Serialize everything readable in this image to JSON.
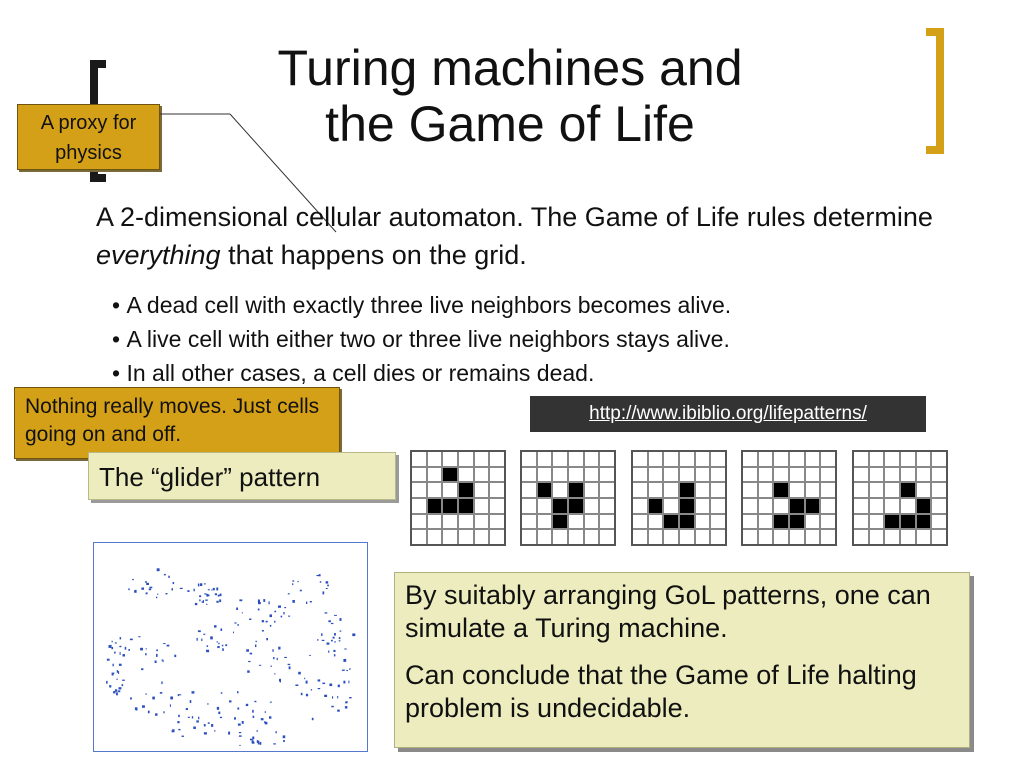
{
  "title": {
    "line1": "Turing machines and",
    "line2": "the Game of Life"
  },
  "callouts": {
    "proxy": [
      "A proxy for",
      "physics"
    ],
    "moves": "Nothing really moves. Just cells going on and off."
  },
  "intro": {
    "text1": "A 2-dimensional cellular automaton. The Game of Life rules determine ",
    "emphasis": "everything",
    "text2": " that happens on the grid."
  },
  "rules": [
    "A dead cell with exactly three live neighbors becomes alive.",
    "A live cell with either two or three live neighbors stays alive.",
    "In all other cases, a cell dies or remains dead."
  ],
  "link": {
    "text": "http://www.ibiblio.org/lifepatterns/"
  },
  "glider": {
    "label": "The “glider” pattern",
    "frames": [
      [
        [
          0,
          0,
          0,
          0,
          0,
          0
        ],
        [
          0,
          0,
          0,
          0,
          0,
          0
        ],
        [
          0,
          0,
          0,
          0,
          0,
          0
        ],
        [
          0,
          0,
          0,
          0,
          0,
          0
        ],
        [
          0,
          0,
          0,
          0,
          0,
          0
        ],
        [
          0,
          0,
          0,
          0,
          0,
          0
        ]
      ],
      [
        [
          0,
          0,
          0,
          0,
          0,
          0
        ],
        [
          0,
          0,
          0,
          0,
          0,
          0
        ],
        [
          0,
          0,
          0,
          0,
          0,
          0
        ],
        [
          0,
          0,
          0,
          0,
          0,
          0
        ],
        [
          0,
          0,
          0,
          0,
          0,
          0
        ],
        [
          0,
          0,
          0,
          0,
          0,
          0
        ]
      ],
      [
        [
          0,
          0,
          0,
          0,
          0,
          0
        ],
        [
          0,
          0,
          0,
          0,
          0,
          0
        ],
        [
          0,
          0,
          0,
          0,
          0,
          0
        ],
        [
          0,
          0,
          0,
          0,
          0,
          0
        ],
        [
          0,
          0,
          0,
          0,
          0,
          0
        ],
        [
          0,
          0,
          0,
          0,
          0,
          0
        ]
      ],
      [
        [
          0,
          0,
          0,
          0,
          0,
          0
        ],
        [
          0,
          0,
          0,
          0,
          0,
          0
        ],
        [
          0,
          0,
          0,
          0,
          0,
          0
        ],
        [
          0,
          0,
          0,
          0,
          0,
          0
        ],
        [
          0,
          0,
          0,
          0,
          0,
          0
        ],
        [
          0,
          0,
          0,
          0,
          0,
          0
        ]
      ],
      [
        [
          0,
          0,
          0,
          0,
          0,
          0
        ],
        [
          0,
          0,
          0,
          0,
          0,
          0
        ],
        [
          0,
          0,
          0,
          0,
          0,
          0
        ],
        [
          0,
          0,
          0,
          0,
          0,
          0
        ],
        [
          0,
          0,
          0,
          0,
          0,
          0
        ],
        [
          0,
          0,
          0,
          0,
          0,
          0
        ]
      ]
    ]
  },
  "conclusion": [
    "By suitably arranging GoL patterns, one can simulate a Turing machine.",
    "Can conclude that the Game of Life halting problem is undecidable."
  ],
  "colors": {
    "accent": "#d4a017",
    "note_bg": "#ececbe",
    "link_bg": "#333333",
    "scatter_dots": "#2b4fbf"
  }
}
